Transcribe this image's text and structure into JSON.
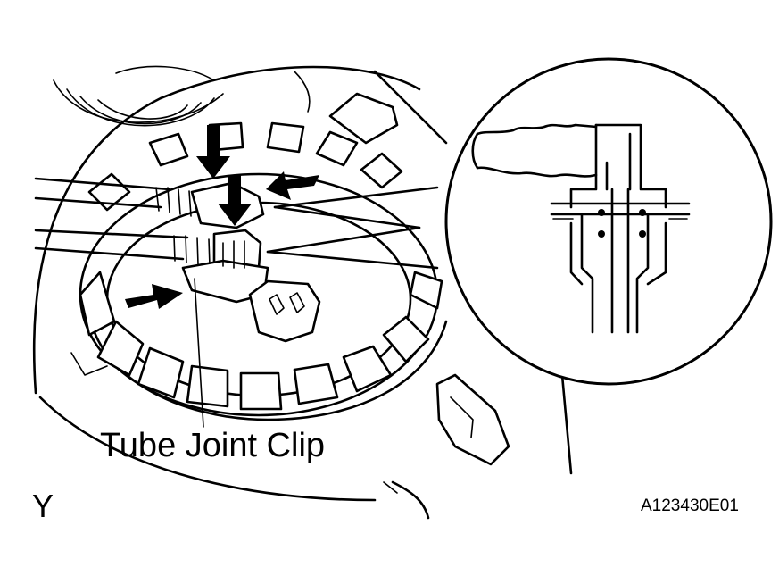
{
  "labels": {
    "callout": "Tube Joint Clip",
    "view_letter": "Y",
    "figure_code": "A123430E01"
  },
  "colors": {
    "ink": "#000000",
    "paper": "#ffffff"
  }
}
